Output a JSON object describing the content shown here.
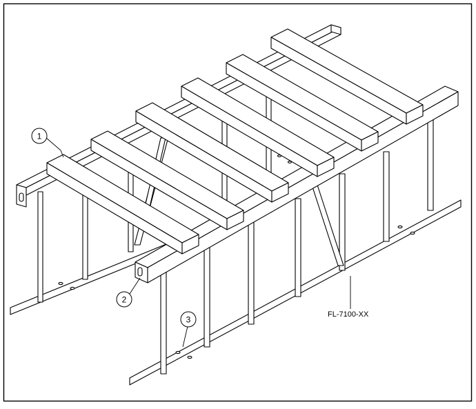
{
  "drawing": {
    "part_number": "FL-7100-XX",
    "callouts": [
      {
        "label": "1"
      },
      {
        "label": "2"
      },
      {
        "label": "3"
      }
    ]
  },
  "colors": {
    "line": "#000000",
    "fill": "#ffffff",
    "frame": "#000000"
  }
}
